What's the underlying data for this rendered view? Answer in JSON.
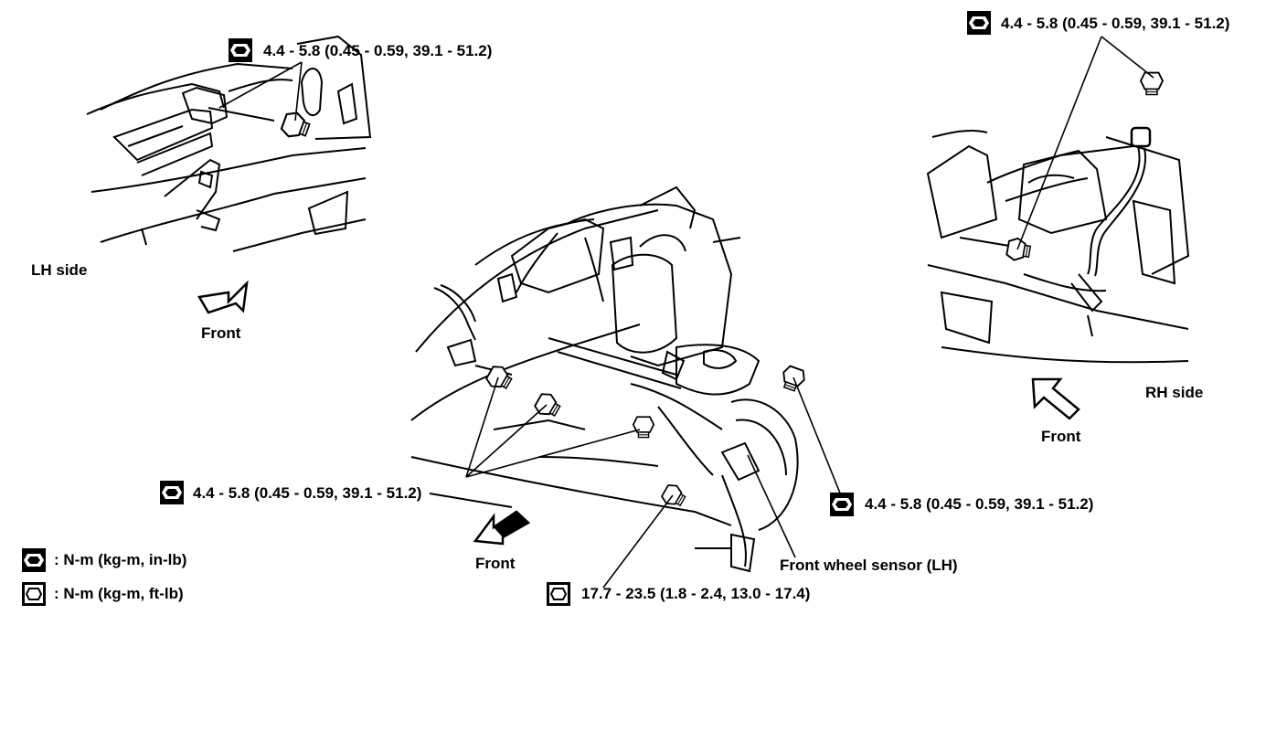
{
  "callouts": {
    "lh_top_torque": "4.4 - 5.8 (0.45 - 0.59, 39.1 - 51.2)",
    "rh_top_torque": "4.4 - 5.8 (0.45 - 0.59, 39.1 - 51.2)",
    "center_left_torque": "4.4 - 5.8 (0.45 - 0.59, 39.1 - 51.2)",
    "center_right_torque": "4.4 - 5.8 (0.45 - 0.59, 39.1 - 51.2)",
    "bottom_torque": "17.7 - 23.5 (1.8 - 2.4, 13.0 - 17.4)",
    "sensor_label": "Front wheel sensor (LH)"
  },
  "views": {
    "lh_side_label": "LH side",
    "rh_side_label": "RH side",
    "front_label_lh": "Front",
    "front_label_rh": "Front",
    "front_label_center": "Front"
  },
  "legend": {
    "filled_symbol_text": ": N-m (kg-m, in-lb)",
    "outline_symbol_text": ": N-m (kg-m, ft-lb)"
  },
  "colors": {
    "ink": "#000000",
    "paper": "#ffffff"
  },
  "icons": {
    "filled_torque": "filled-hex-socket-torque-icon",
    "outline_torque": "outline-hex-socket-torque-icon"
  }
}
